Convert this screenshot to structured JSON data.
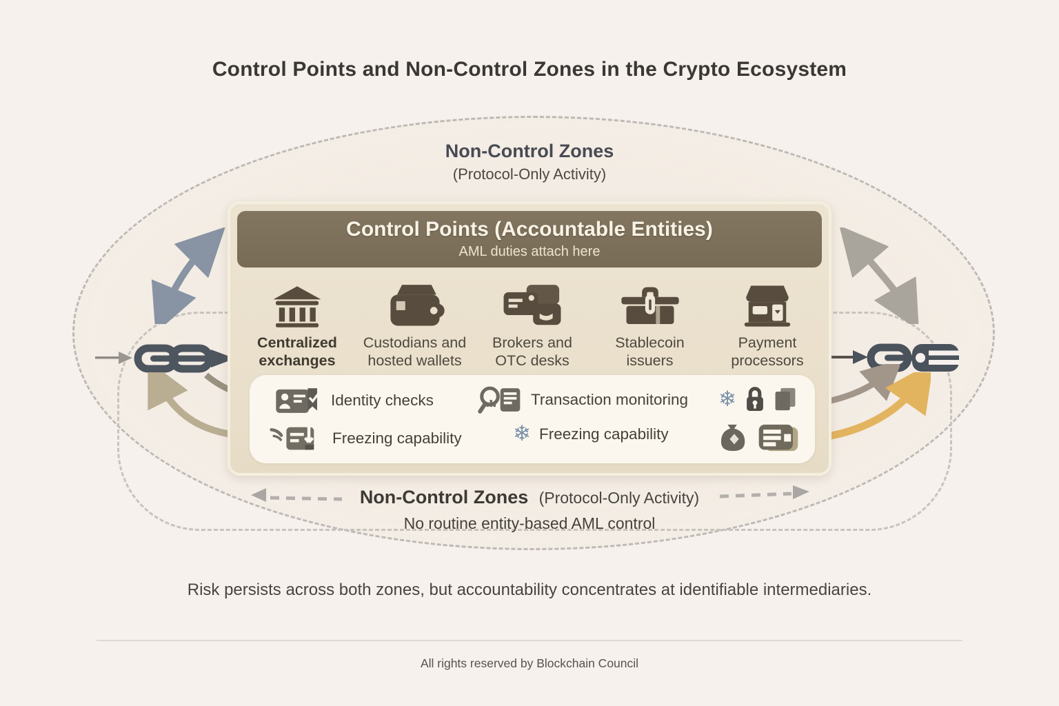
{
  "title": "Control Points and Non-Control Zones in the Crypto Ecosystem",
  "ellipse": {
    "top_label": "Non-Control Zones",
    "top_sublabel": "(Protocol-Only Activity)",
    "bottom_label": "Non-Control Zones",
    "bottom_sublabel": "(Protocol-Only Activity)",
    "bottom_note": "No routine entity-based AML control"
  },
  "control_box": {
    "header": "Control Points (Accountable Entities)",
    "subheader": "AML duties attach here",
    "entities": [
      {
        "icon": "bank-icon",
        "line1": "Centralized",
        "line2": "exchanges"
      },
      {
        "icon": "wallet-icon",
        "line1": "Custodians and",
        "line2": "hosted wallets"
      },
      {
        "icon": "cards-icon",
        "line1": "Brokers and",
        "line2": "OTC desks"
      },
      {
        "icon": "toolbox-icon",
        "line1": "Stablecoin",
        "line2": "issuers"
      },
      {
        "icon": "storefront-icon",
        "line1": "Payment",
        "line2": "processors"
      }
    ],
    "duties": {
      "row1": [
        {
          "icon": "id-card-check-icon",
          "label": "Identity checks"
        },
        {
          "icon": "magnifier-chart-icon",
          "label": "Transaction monitoring"
        }
      ],
      "row1_extra_icons": [
        "snowflake-icon",
        "lock-icon",
        "copy-icon"
      ],
      "row2": [
        {
          "icon": "card-freeze-icon",
          "label": "Freezing capability"
        },
        {
          "icon": "snowflake-icon",
          "label": "Freezing capability"
        }
      ],
      "row2_extra_icons": [
        "money-bag-icon",
        "card-lines-icon"
      ]
    }
  },
  "links": {
    "left_chain_icon": "chain-link-icon",
    "right_chain_icon": "broken-chain-link-icon"
  },
  "caption": "Risk persists across both zones, but accountability concentrates at identifiable intermediaries.",
  "footer": "All rights reserved by Blockchain Council",
  "colors": {
    "background": "#f7f1ee",
    "box_fill": "#ebe2cf",
    "header_fill": "#7d7059",
    "header_text": "#f8f3e6",
    "icon_brown": "#574c3d",
    "snowflake_blue": "#7b90a8",
    "chain_slate": "#4d555f",
    "gold_arrow": "#e2b45f",
    "tan_arrow": "#b9ad92",
    "gray_arrow": "#99917f",
    "blue_gray_arrow": "#8893a3",
    "dashed_line": "#bdb9b4"
  }
}
